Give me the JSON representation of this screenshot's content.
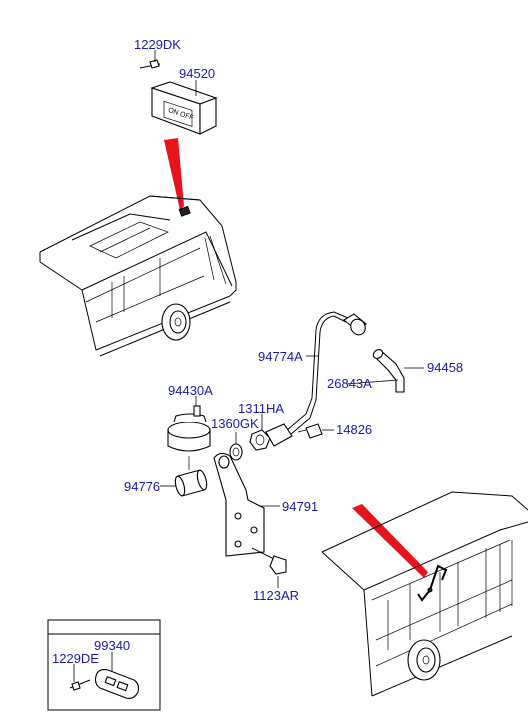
{
  "labels": {
    "p1229DK": "1229DK",
    "p94520": "94520",
    "p94774A": "94774A",
    "p94458": "94458",
    "p26843A": "26843A",
    "p94430A": "94430A",
    "p1311HA": "1311HA",
    "p1360GK": "1360GK",
    "p14826": "14826",
    "p94776": "94776",
    "p94791": "94791",
    "p1123AR": "1123AR",
    "p99340": "99340",
    "p1229DE": "1229DE"
  },
  "colors": {
    "label": "#1a1aa8",
    "arrow": "#e8131b",
    "line": "#000000"
  }
}
